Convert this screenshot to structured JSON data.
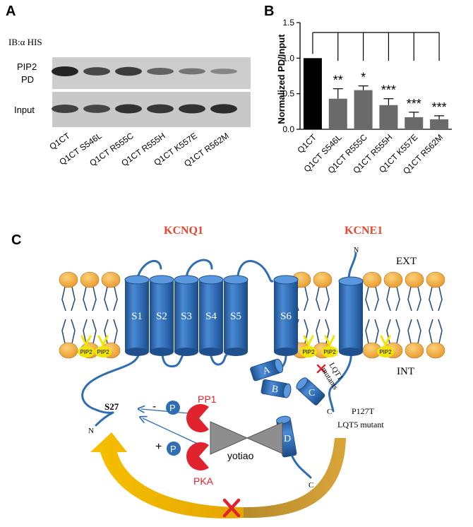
{
  "panel_a": {
    "letter": "A",
    "blot_title": "IB:α HIS",
    "row1_label_line1": "PIP2",
    "row1_label_line2": "PD",
    "row2_label": "Input",
    "lanes": [
      "Q1CT",
      "Q1CT S546L",
      "Q1CT R555C",
      "Q1CT R555H",
      "Q1CT K557E",
      "Q1CT R562M"
    ],
    "pd_band_intensity": [
      1.0,
      0.72,
      0.8,
      0.5,
      0.35,
      0.22
    ],
    "input_band_intensity": [
      0.75,
      0.72,
      0.88,
      0.85,
      0.88,
      0.92
    ]
  },
  "panel_b": {
    "letter": "B",
    "chart_data": {
      "type": "bar",
      "categories": [
        "Q1CT",
        "Q1CT S546L",
        "Q1CT R555C",
        "Q1CT R555H",
        "Q1CT K557E",
        "Q1CT R562M"
      ],
      "values": [
        1.0,
        0.43,
        0.55,
        0.34,
        0.17,
        0.14
      ],
      "errors": [
        0.0,
        0.14,
        0.06,
        0.09,
        0.07,
        0.05
      ],
      "significance": [
        "",
        "**",
        "*",
        "***",
        "***",
        "***"
      ],
      "ylabel": "Normalized PD/Input",
      "xlabel": "",
      "ylim": [
        0,
        1.5
      ],
      "yticks": [
        "0.0",
        "0.5",
        "1.0",
        "1.5"
      ],
      "colors": [
        "#000000",
        "#6a6a6a",
        "#6a6a6a",
        "#6a6a6a",
        "#6a6a6a",
        "#6a6a6a"
      ]
    }
  },
  "panel_c": {
    "letter": "C",
    "kcnq1": "KCNQ1",
    "kcne1": "KCNE1",
    "ext": "EXT",
    "int": "INT",
    "helices": [
      "S1",
      "S2",
      "S3",
      "S4",
      "S5",
      "S6"
    ],
    "pip2": "PIP2",
    "domains": [
      "A",
      "B",
      "C",
      "D"
    ],
    "s27": "S27",
    "n_label": "N",
    "c_label": "C",
    "p_label": "P",
    "minus": "-",
    "plus": "+",
    "pp1": "PP1",
    "pka": "PKA",
    "yotiao": "yotiao",
    "lqt1_line1": "LQT1",
    "lqt1_line2": "mutants",
    "p127t": "P127T",
    "lqt5": "LQT5 mutant",
    "colors": {
      "helix": "#2f6db5",
      "lipid_head": "#f0a830",
      "pip2": "#f2e600",
      "enzyme": "#e0232c",
      "title": "#e8452c",
      "arrow_gold": "#f5b800",
      "arrow_tan": "#c8952a"
    }
  }
}
